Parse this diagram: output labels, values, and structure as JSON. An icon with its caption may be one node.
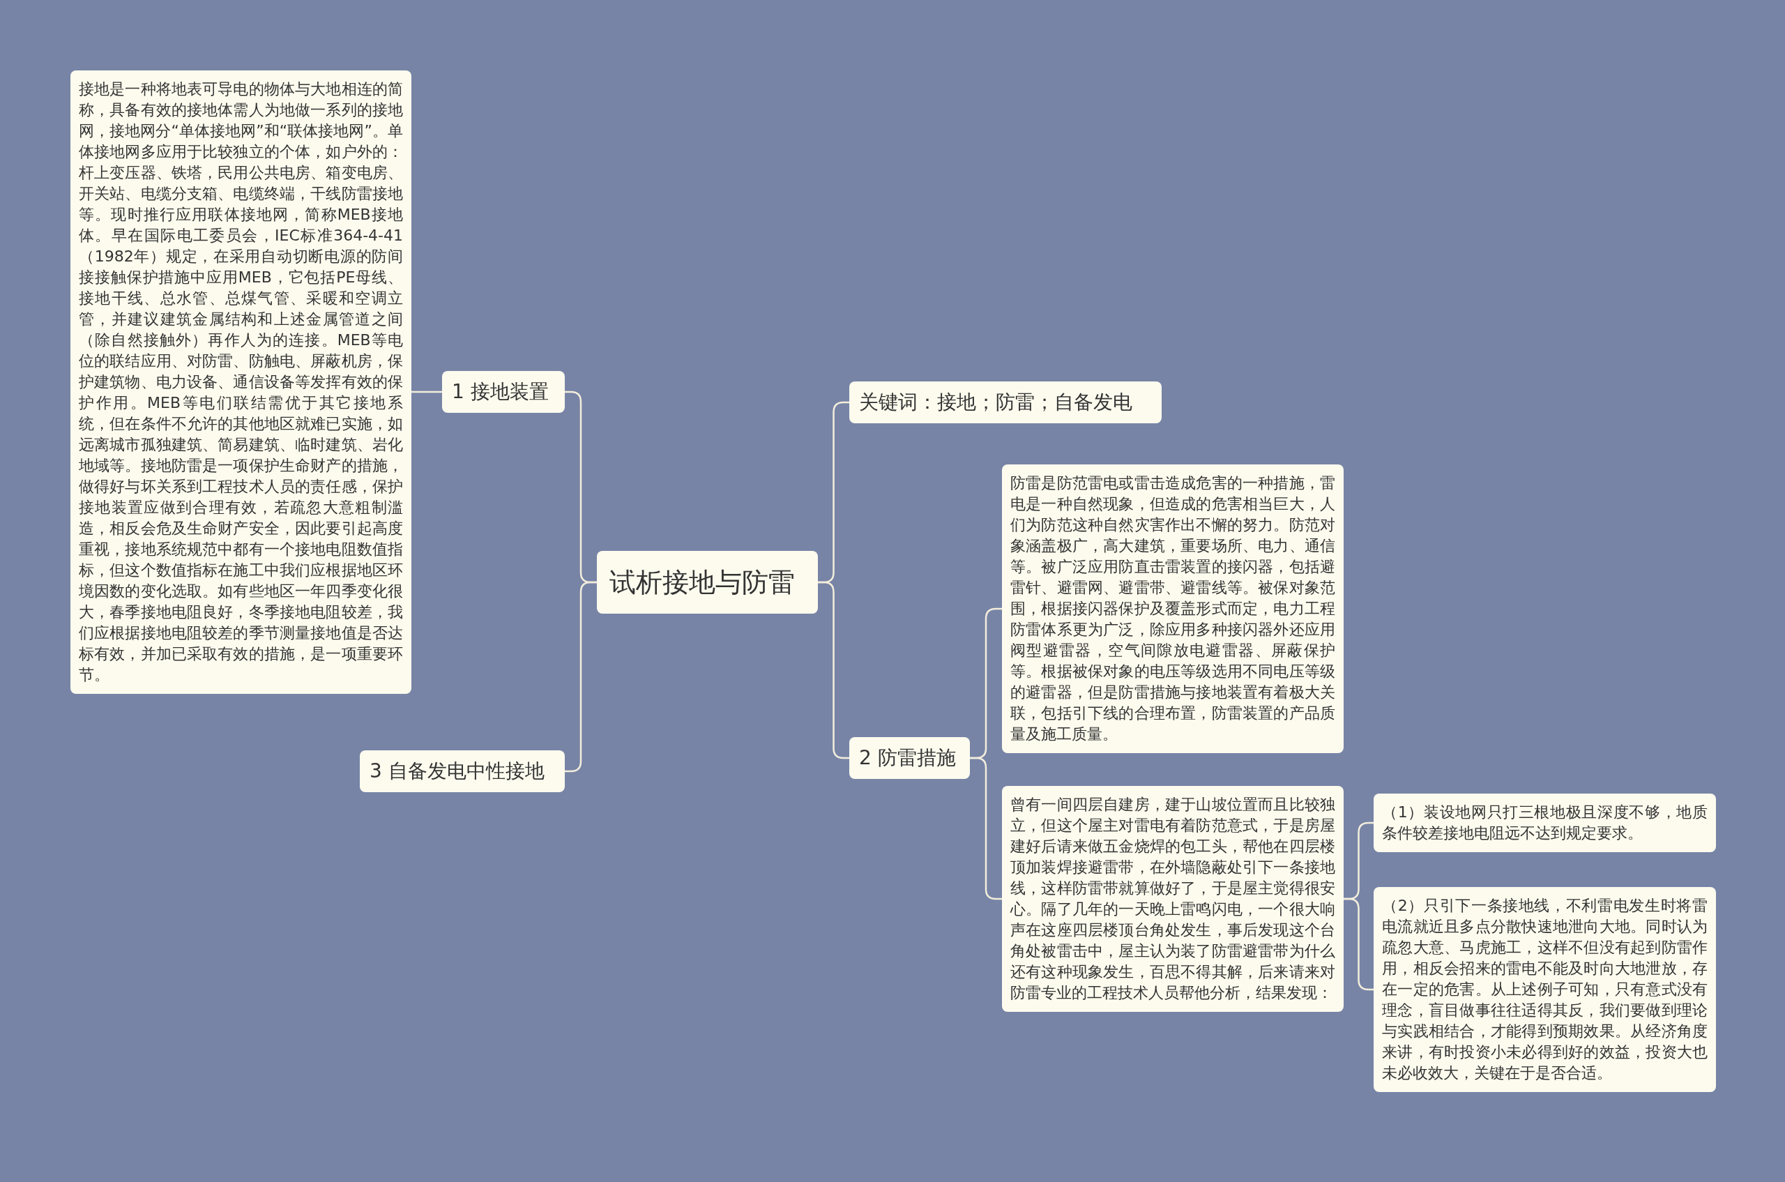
{
  "diagram": {
    "nodes": [
      {
        "text": [
          "试析接地与防雷"
        ]
      },
      {
        "text": [
          "1 接地装置"
        ]
      },
      {
        "text": [
          "接地是一种将地表可导电的物体与大地相连的简称，具备有效的接地体需人为地做一系列的接地网，接地网分“单体接地网”和“联体接地网”。单体接地网多应用于比较独立的个体，如户外的：杆上变压器、铁塔，民用公共电房、箱变电房、开关站、电缆分支箱、电缆终端，干线防雷接地等。现时推行应用联体接地网，简称MEB接地体。早在国际电工委员会，IEC标准364-4-41（1982年）规定，在采用自动切断电源的防间接接触保护措施中应用MEB，它包括PE母线、接地干线、总水管、总煤气管、采暖和空调立管，并建议建筑金属结构和上述金属管道之间（除自然接触外）再作人为的连接。MEB等电位的联结应用、对防雷、防触电、屏蔽机房，保护建筑物、电力设备、通信设备等发挥有效的保护作用。MEB等电们联结需优于其它接地系统，但在条件不允许的其他地区就难已实施，如远离城市孤独建筑、简易建筑、临时建筑、岩化地域等。接地防雷是一项保护生命财产的措施，做得好与坏关系到工程技术人员的责任感，保护接地装置应做到合理有效，若疏忽大意粗制滥造，相反会危及生命财产安全，因此要引起高度重视，接地系统规范中都有一个接地电阻数值指标，但这个数值指标在施工中我们应根据地区环境因数的变化选取。如有些地区一年四季变化很大，春季接地电阻良好，冬季接地电阻较差，我们应根据接地电阻较差的季节测量接地值是否达标有效，并加已采取有效的措施，是一项重要环节。"
        ]
      },
      {
        "text": [
          "3 自备发电中性接地"
        ]
      },
      {
        "text": [
          "关键词：接地；防雷；自备发电"
        ]
      },
      {
        "text": [
          "2 防雷措施"
        ]
      },
      {
        "text": [
          "防雷是防范雷电或雷击造成危害的一种措施，雷电是一种自然现象，但造成的危害相当巨大，人们为防范这种自然灾害作出不懈的努力。防范对象涵盖极广，高大建筑，重要场所、电力、通信等。被广泛应用防直击雷装置的接闪器，包括避雷针、避雷网、避雷带、避雷线等。被保对象范围，根据接闪器保护及覆盖形式而定，电力工程防雷体系更为广泛，除应用多种接闪器外还应用阀型避雷器，空气间隙放电避雷器、屏蔽保护等。根据被保对象的电压等级选用不同电压等级的避雷器，但是防雷措施与接地装置有着极大关联，包括引下线的合理布置，防雷装置的产品质量及施工质量。"
        ]
      },
      {
        "text": [
          "曾有一间四层自建房，建于山坡位置而且比较独立，但这个屋主对雷电有着防范意式，于是房屋建好后请来做五金烧焊的包工头，帮他在四层楼顶加装焊接避雷带，在外墙隐蔽处引下一条接地线，这样防雷带就算做好了，于是屋主觉得很安心。隔了几年的一天晚上雷鸣闪电，一个很大响声在这座四层楼顶台角处发生，事后发现这个台角处被雷击中，屋主认为装了防雷避雷带为什么还有这种现象发生，百思不得其解，后来请来对防雷专业的工程技术人员帮他分析，结果发现："
        ]
      },
      {
        "text": [
          "（1）装设地网只打三根地极且深度不够，地质条件较差接地电阻远不达到规定要求。"
        ]
      },
      {
        "text": [
          "（2）只引下一条接地线，不利雷电发生时将雷电流就近且多点分散快速地泄向大地。同时认为疏忽大意、马虎施工，这样不但没有起到防雷作用，相反会招来的雷电不能及时向大地泄放，存在一定的危害。从上述例子可知，只有意式没有理念，盲目做事往往适得其反，我们要做到理论与实践相结合，才能得到预期效果。从经济角度来讲，有时投资小未必得到好的效益，投资大也未必收效大，关键在于是否合适。"
        ]
      }
    ],
    "edges": [
      {
        "from": 0,
        "to": 1,
        "arrow": "none"
      },
      {
        "from": 1,
        "to": 2,
        "arrow": "none"
      },
      {
        "from": 0,
        "to": 3,
        "arrow": "none"
      },
      {
        "from": 0,
        "to": 4,
        "arrow": "none"
      },
      {
        "from": 0,
        "to": 5,
        "arrow": "none"
      },
      {
        "from": 5,
        "to": 6,
        "arrow": "none"
      },
      {
        "from": 5,
        "to": 7,
        "arrow": "none"
      },
      {
        "from": 7,
        "to": 8,
        "arrow": "none"
      },
      {
        "from": 7,
        "to": 9,
        "arrow": "none"
      }
    ]
  }
}
